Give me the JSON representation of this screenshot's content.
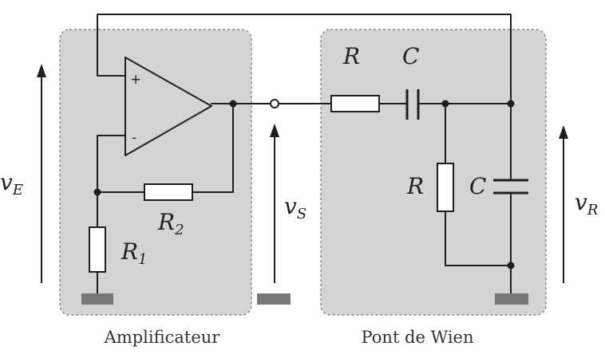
{
  "blocks": {
    "amplifier_caption": "Amplificateur",
    "wien_caption": "Pont de Wien"
  },
  "opamp": {
    "plus_sign": "+",
    "minus_sign": "-"
  },
  "labels": {
    "R1_main": "R",
    "R1_sub": "1",
    "R2_main": "R",
    "R2_sub": "2",
    "R_series": "R",
    "C_series": "C",
    "R_parallel": "R",
    "C_parallel": "C",
    "vE_main": "v",
    "vE_sub": "E",
    "vS_main": "v",
    "vS_sub": "S",
    "vR_main": "v",
    "vR_sub": "R"
  }
}
